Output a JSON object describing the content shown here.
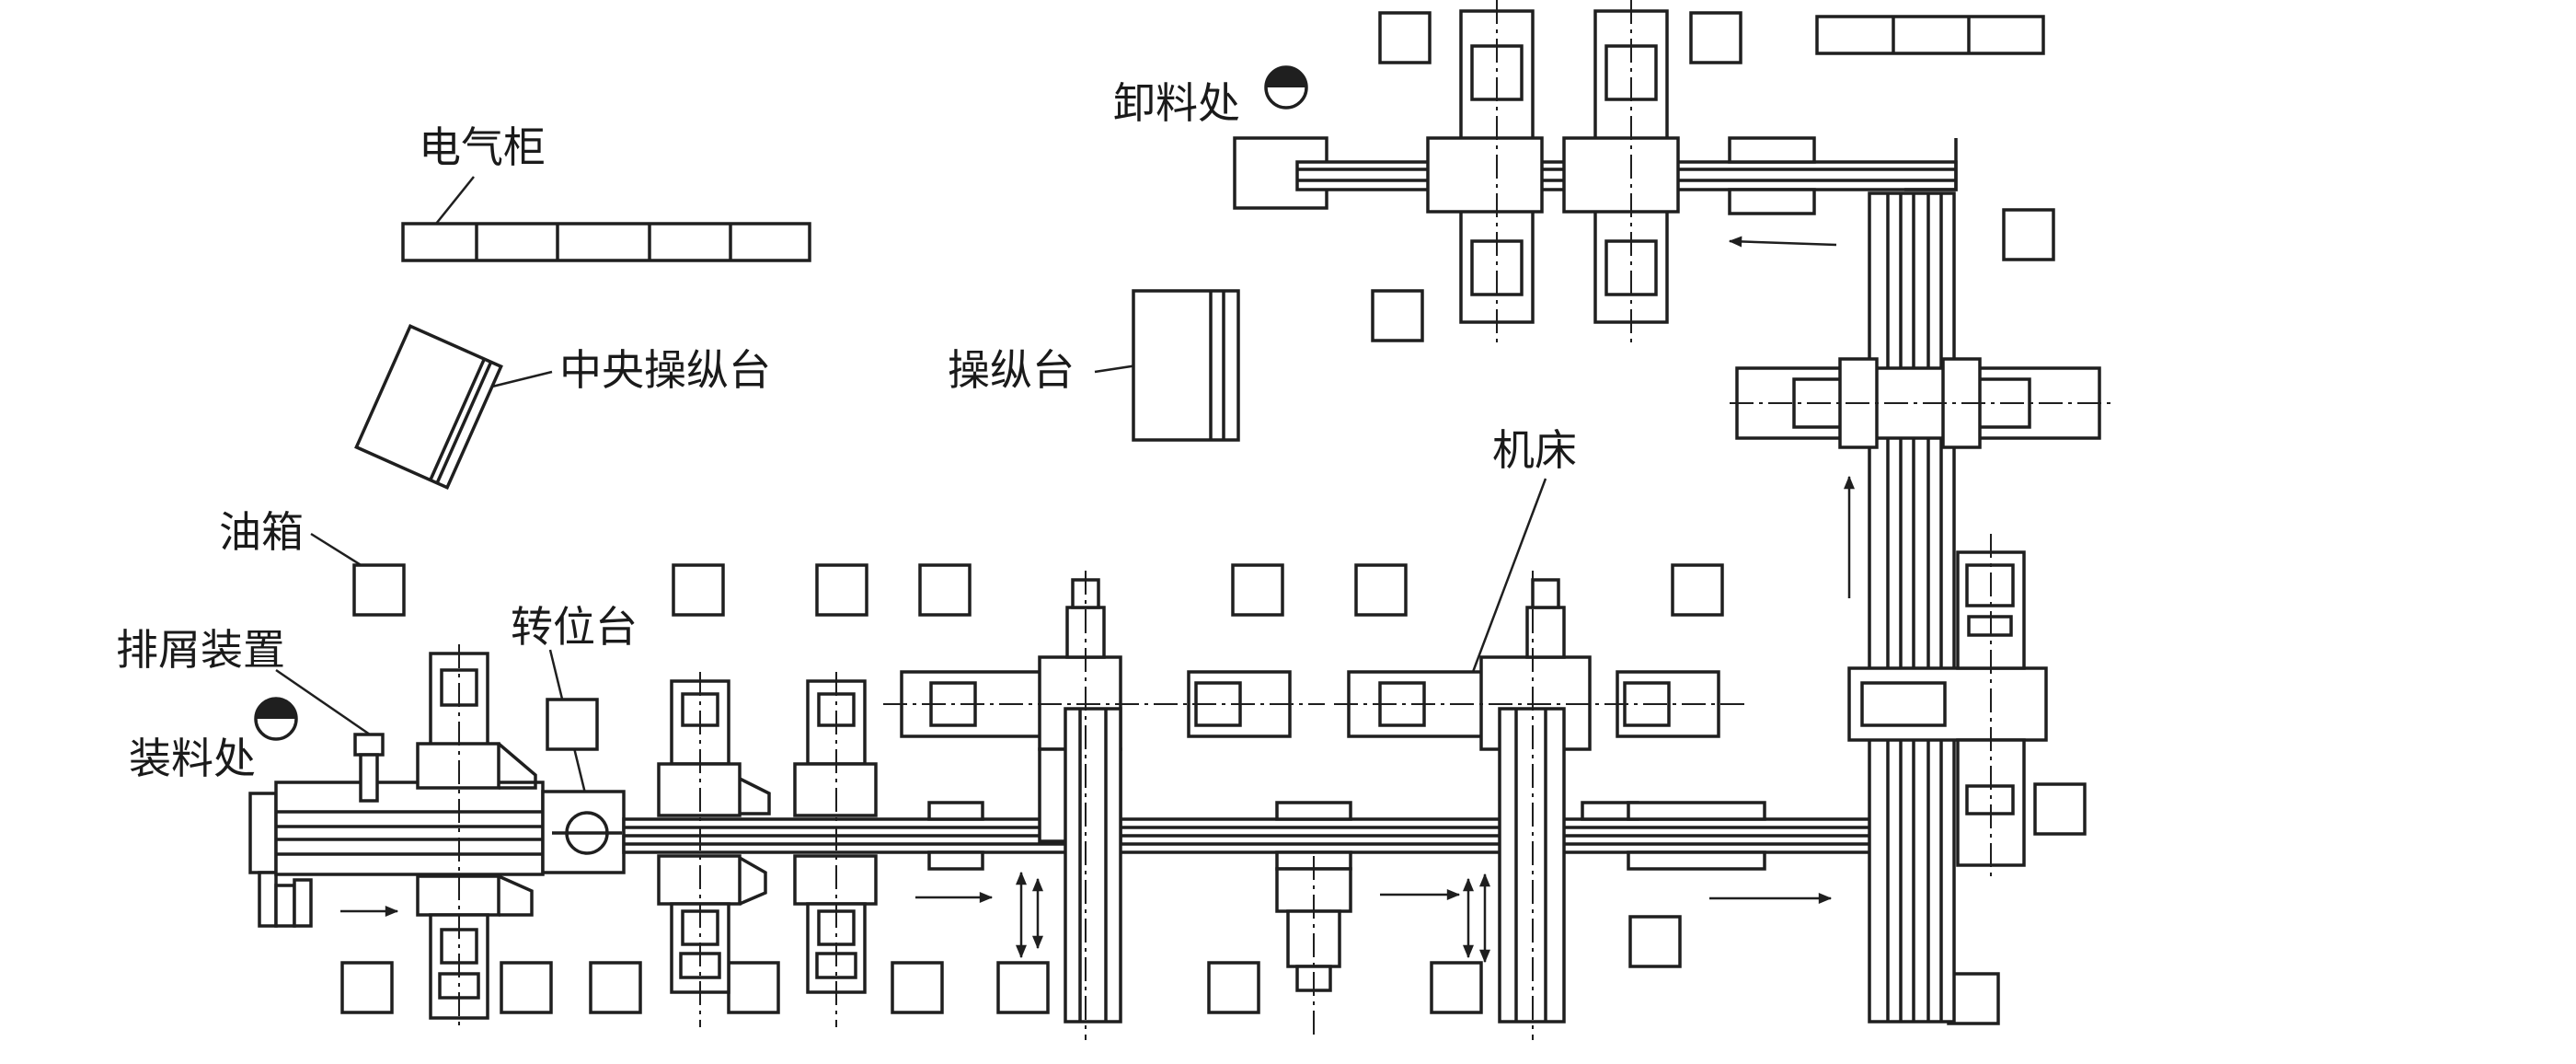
{
  "labels": {
    "electric_cabinet": "电气柜",
    "central_console": "中央操纵台",
    "oil_tank": "油箱",
    "chip_removal": "排屑装置",
    "loading_station": "装料处",
    "transfer_table": "转位台",
    "unloading_station": "卸料处",
    "console": "操纵台",
    "machine_tool": "机床"
  }
}
